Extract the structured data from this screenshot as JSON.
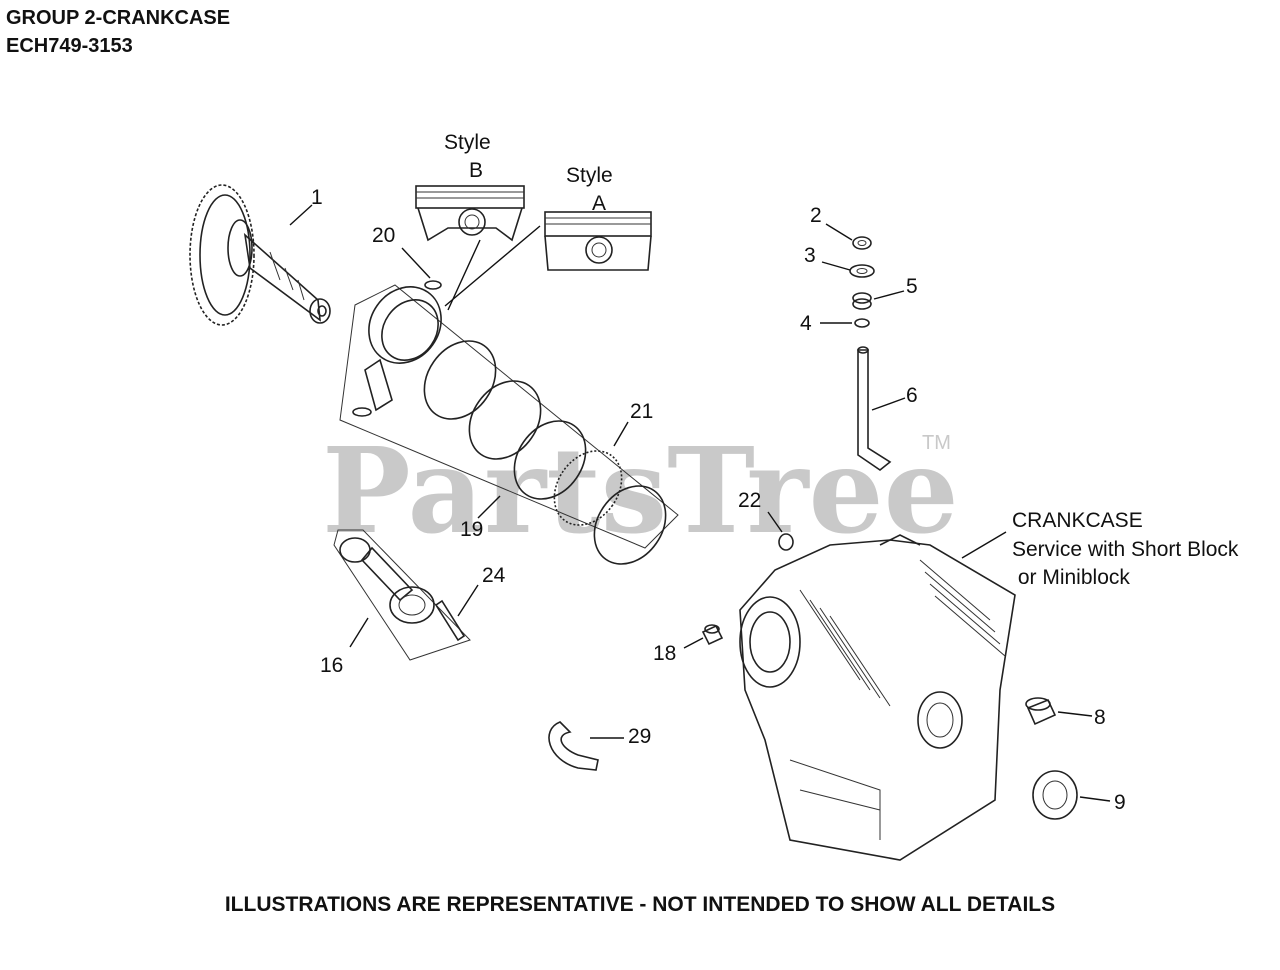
{
  "header": {
    "line1": "GROUP 2-CRANKCASE",
    "line2": "ECH749-3153"
  },
  "watermark": {
    "text": "PartsTree",
    "mark": "TM"
  },
  "styles": {
    "style_b": [
      "Style",
      "B"
    ],
    "style_a": [
      "Style",
      "A"
    ]
  },
  "crankcase_note": [
    "CRANKCASE",
    "Service with Short Block",
    " or Miniblock"
  ],
  "callouts": {
    "c1": "1",
    "c2": "2",
    "c3": "3",
    "c4": "4",
    "c5": "5",
    "c6": "6",
    "c8": "8",
    "c9": "9",
    "c16": "16",
    "c18": "18",
    "c19": "19",
    "c20": "20",
    "c21": "21",
    "c22": "22",
    "c24": "24",
    "c29": "29"
  },
  "footer": "ILLUSTRATIONS ARE REPRESENTATIVE - NOT INTENDED TO SHOW ALL DETAILS"
}
